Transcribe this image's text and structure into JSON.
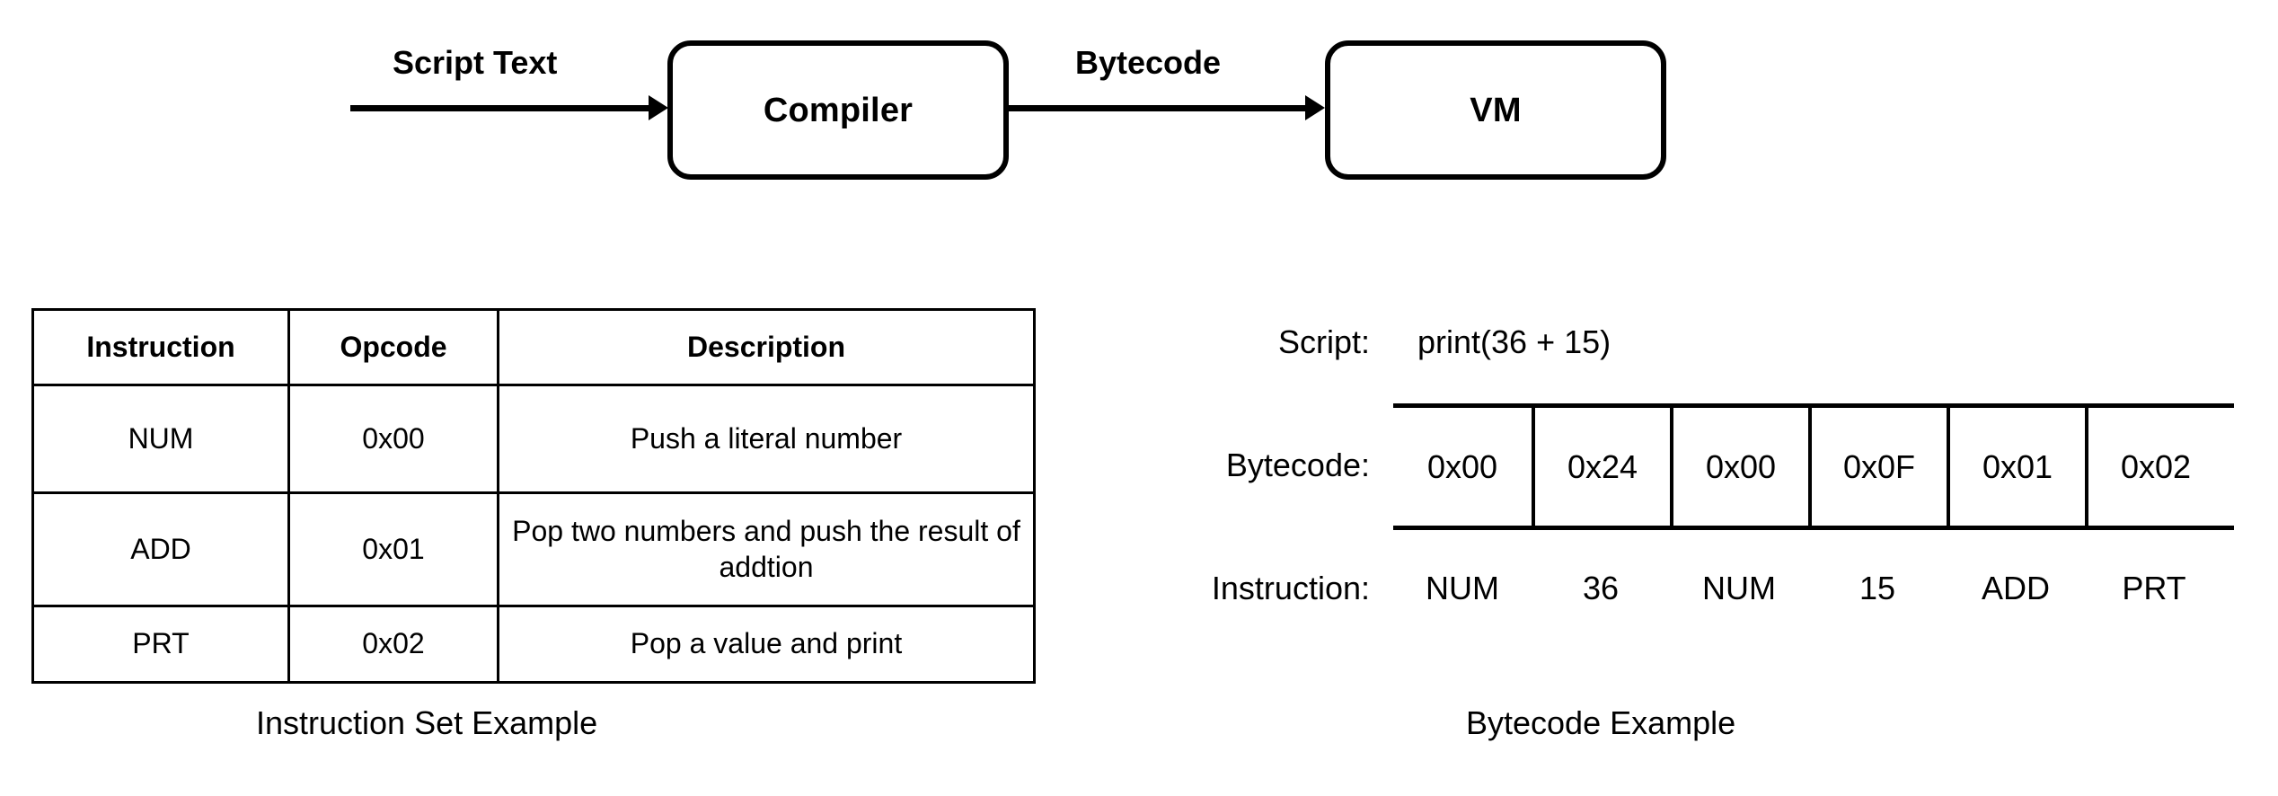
{
  "flow": {
    "boxes": [
      {
        "name": "compiler",
        "label": "Compiler"
      },
      {
        "name": "vm",
        "label": "VM"
      }
    ],
    "arrows": [
      {
        "name": "script-text",
        "label": "Script Text"
      },
      {
        "name": "bytecode",
        "label": "Bytecode"
      }
    ]
  },
  "instruction_set": {
    "caption": "Instruction Set Example",
    "headers": [
      "Instruction",
      "Opcode",
      "Description"
    ],
    "rows": [
      {
        "instruction": "NUM",
        "opcode": "0x00",
        "description": "Push a literal number"
      },
      {
        "instruction": "ADD",
        "opcode": "0x01",
        "description": "Pop two numbers and push the result of addtion"
      },
      {
        "instruction": "PRT",
        "opcode": "0x02",
        "description": "Pop a value and print"
      }
    ]
  },
  "bytecode_example": {
    "caption": "Bytecode Example",
    "labels": {
      "script": "Script:",
      "bytecode": "Bytecode:",
      "instruction": "Instruction:"
    },
    "script_value": "print(36 + 15)",
    "bytes": [
      "0x00",
      "0x24",
      "0x00",
      "0x0F",
      "0x01",
      "0x02"
    ],
    "instructions": [
      "NUM",
      "36",
      "NUM",
      "15",
      "ADD",
      "PRT"
    ]
  },
  "colors": {
    "ink": "#000000",
    "background": "#ffffff"
  }
}
